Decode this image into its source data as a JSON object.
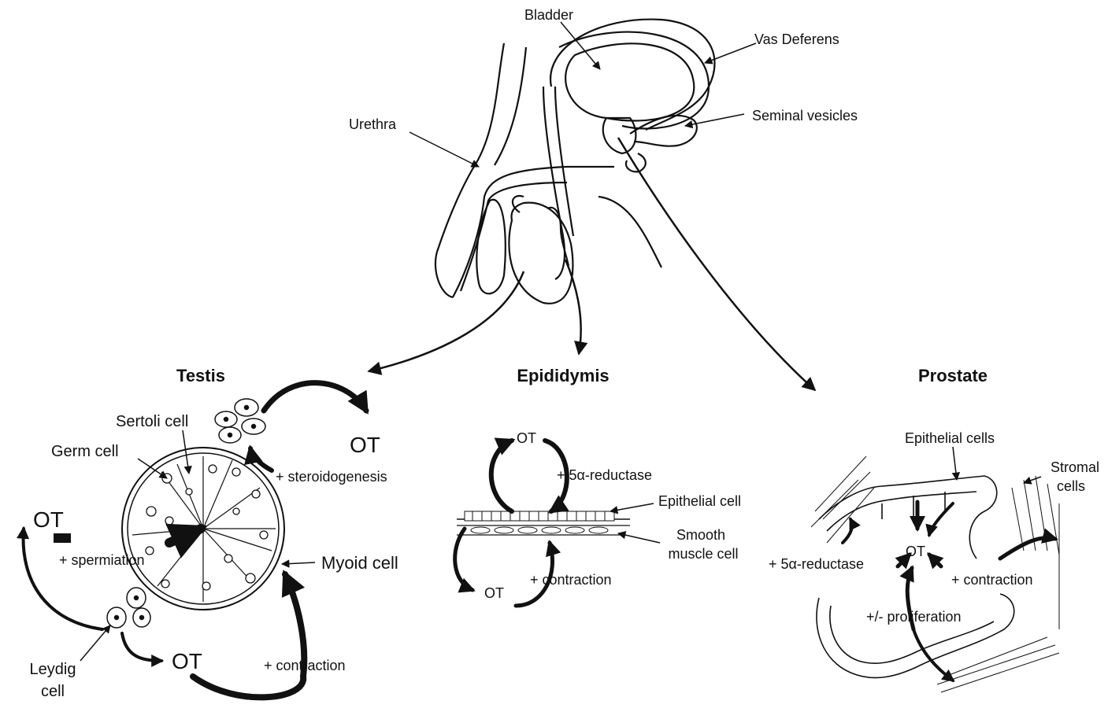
{
  "anatomy": {
    "bladder": "Bladder",
    "vas_deferens": "Vas Deferens",
    "urethra": "Urethra",
    "seminal_vesicles": "Seminal vesicles"
  },
  "testis": {
    "title": "Testis",
    "sertoli_cell": "Sertoli cell",
    "germ_cell": "Germ cell",
    "ot_top": "OT",
    "steroidogenesis": "+ steroidogenesis",
    "ot_left": "OT",
    "spermiation": "+ spermiation",
    "myoid_cell": "Myoid cell",
    "leydig_cell_line1": "Leydig",
    "leydig_cell_line2": "cell",
    "ot_bottom": "OT",
    "contraction": "+ contraction"
  },
  "epididymis": {
    "title": "Epididymis",
    "ot_top": "OT",
    "reductase": "+ 5α-reductase",
    "epithelial_cell": "Epithelial cell",
    "smooth_muscle_line1": "Smooth",
    "smooth_muscle_line2": "muscle cell",
    "ot_bottom": "OT",
    "contraction": "+ contraction"
  },
  "prostate": {
    "title": "Prostate",
    "epithelial_cells": "Epithelial cells",
    "stromal_line1": "Stromal",
    "stromal_line2": "cells",
    "ot": "OT",
    "reductase": "+ 5α-reductase",
    "contraction": "+ contraction",
    "proliferation": "+/- proliferation"
  },
  "colors": {
    "ink": "#111111",
    "background": "#ffffff"
  }
}
